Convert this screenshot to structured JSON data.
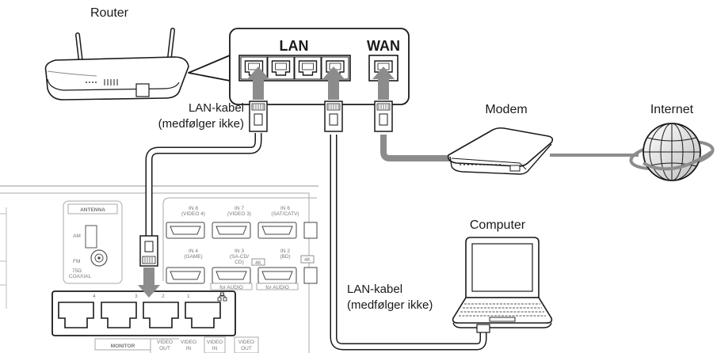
{
  "labels": {
    "router": "Router",
    "lan": "LAN",
    "wan": "WAN",
    "modem": "Modem",
    "internet": "Internet",
    "computer": "Computer",
    "lan_cable_1_line1": "LAN-kabel",
    "lan_cable_1_line2": "(medfølger ikke)",
    "lan_cable_2_line1": "LAN-kabel",
    "lan_cable_2_line2": "(medfølger ikke)"
  },
  "receiver_panel": {
    "antenna": "ANTENNA",
    "am": "AM",
    "fm": "FM",
    "fm_sub1": "75Ω",
    "fm_sub2": "COAXIAL",
    "in8": "IN 8",
    "in8_sub": "(VIDEO 4)",
    "in7": "IN 7",
    "in7_sub": "(VIDEO 3)",
    "in6": "IN 6",
    "in6_sub": "(SAT/CATV)",
    "in4": "IN 4",
    "in4_sub": "(GAME)",
    "in3": "IN 3",
    "in3_sub": "(SA-CD/",
    "in3_sub2": "CD)",
    "in2": "IN 2",
    "in2_sub": "(BD)",
    "badge_4k": "4K",
    "for_audio_1": "for AUDIO",
    "for_audio_2": "for AUDIO",
    "port_1": "1",
    "port_2": "2",
    "port_3": "3",
    "port_4": "4",
    "monitor": "MONITOR",
    "video_out_1": "VIDEO",
    "video_out_1b": "OUT",
    "video_in_1": "VIDEO",
    "video_in_1b": "IN",
    "video_in_2": "VIDEO",
    "video_in_2b": "IN",
    "video_out_2": "VIDEO",
    "video_out_2b": "OUT"
  },
  "colors": {
    "cable": "#8c8c8c",
    "arrow": "#8c8c8c",
    "outline": "#1a1a1a",
    "panel_line": "#aaaaaa"
  }
}
